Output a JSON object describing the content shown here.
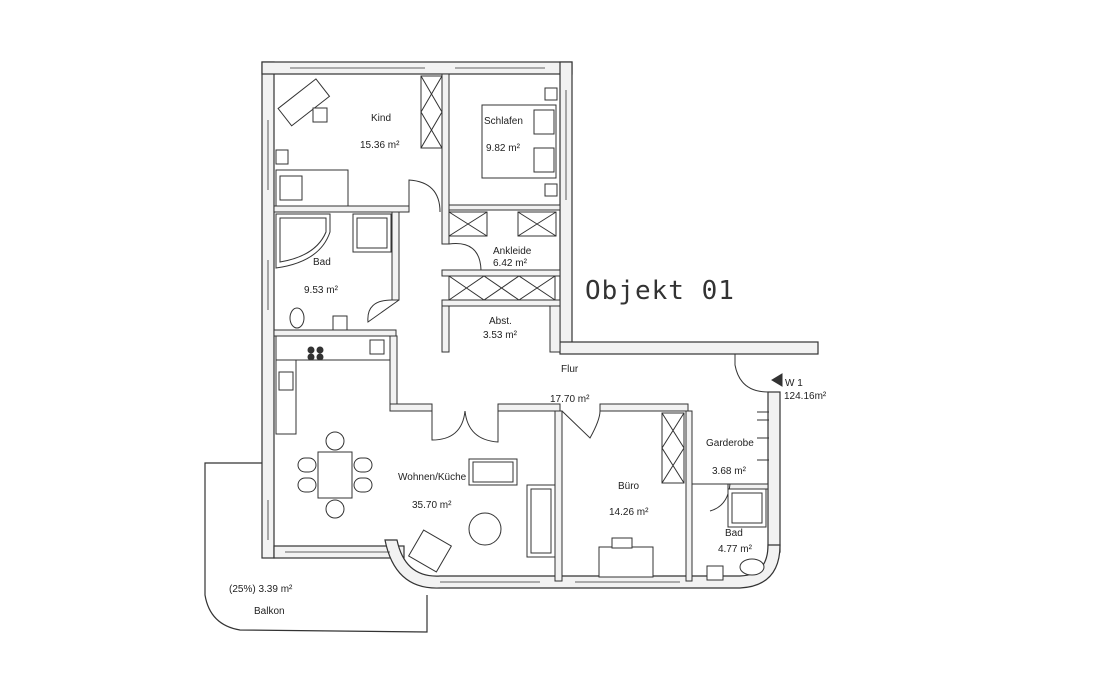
{
  "title": "Objekt 01",
  "rooms": {
    "kind": {
      "name": "Kind",
      "area": "15.36 m²"
    },
    "schlafen": {
      "name": "Schlafen",
      "area": "9.82 m²"
    },
    "ankleide": {
      "name": "Ankleide",
      "area": "6.42 m²"
    },
    "bad1": {
      "name": "Bad",
      "area": "9.53 m²"
    },
    "abst": {
      "name": "Abst.",
      "area": "3.53 m²"
    },
    "flur": {
      "name": "Flur",
      "area": "17.70 m²"
    },
    "wohnen": {
      "name": "Wohnen/Küche",
      "area": "35.70 m²"
    },
    "buero": {
      "name": "Büro",
      "area": "14.26 m²"
    },
    "garderobe": {
      "name": "Garderobe",
      "area": "3.68 m²"
    },
    "bad2": {
      "name": "Bad",
      "area": "4.77 m²"
    },
    "balkon": {
      "name": "Balkon",
      "area": "(25%) 3.39 m²"
    }
  },
  "unit": {
    "name": "W 1",
    "area": "124.16m²"
  },
  "colors": {
    "wall": "#333333",
    "wall_fill": "#f2f2f2",
    "fixture": "#333333"
  }
}
